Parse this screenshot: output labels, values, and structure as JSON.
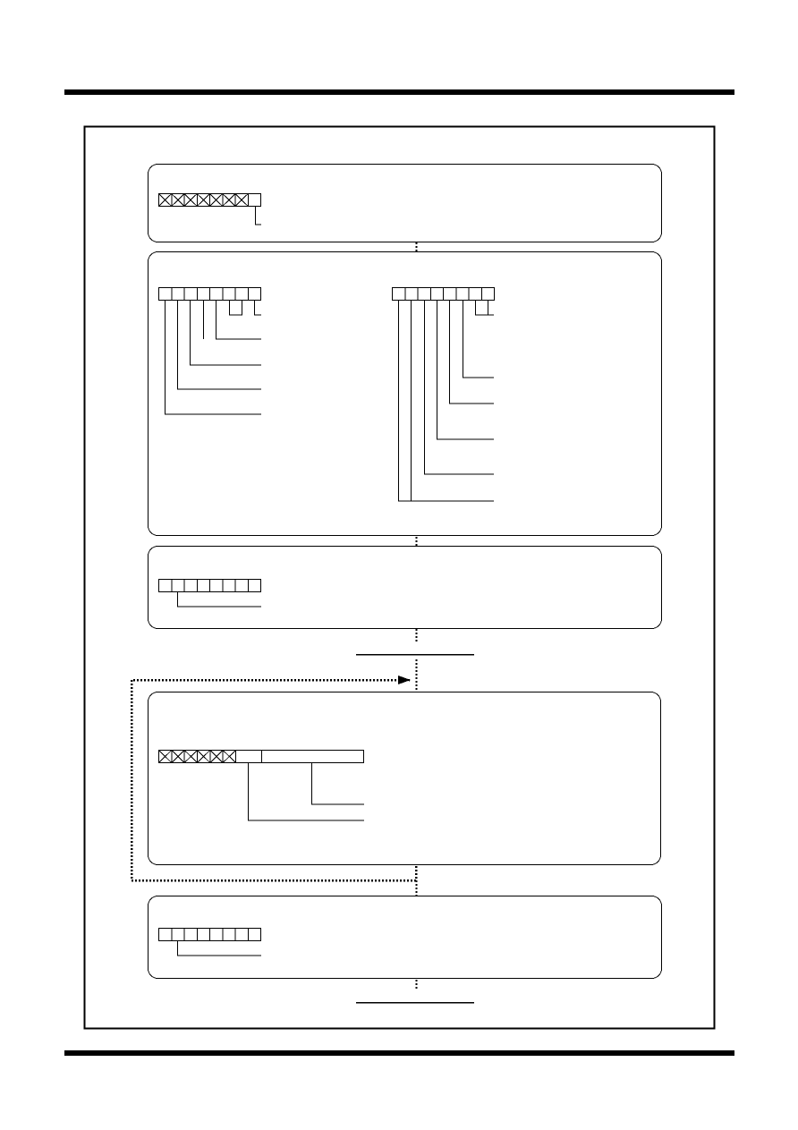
{
  "page": {
    "background_color": "#ffffff",
    "line_color": "#000000"
  },
  "diagram": {
    "type": "register-setting-flowchart",
    "panels": [
      {
        "id": "panel-1",
        "registers": [
          {
            "bits": 8,
            "crossed_bits": 7,
            "callouts": 1
          }
        ]
      },
      {
        "id": "panel-2",
        "registers": [
          {
            "bits": 8,
            "crossed_bits": 0,
            "callouts": 5
          },
          {
            "bits": 8,
            "crossed_bits": 0,
            "callouts": 6
          }
        ]
      },
      {
        "id": "panel-3",
        "registers": [
          {
            "bits": 8,
            "crossed_bits": 0,
            "callouts": 1
          }
        ]
      },
      {
        "id": "panel-4",
        "registers": [
          {
            "bits": 6,
            "crossed_bits": 6,
            "fields": [
              "single-bit",
              "multi-bit"
            ],
            "callouts": 2
          }
        ]
      },
      {
        "id": "panel-5",
        "registers": [
          {
            "bits": 8,
            "crossed_bits": 0,
            "callouts": 1
          }
        ]
      }
    ],
    "loop_arrow": {
      "from": "panel-4",
      "to": "panel-4-entry",
      "style": "dotted"
    },
    "terminators": 2
  }
}
